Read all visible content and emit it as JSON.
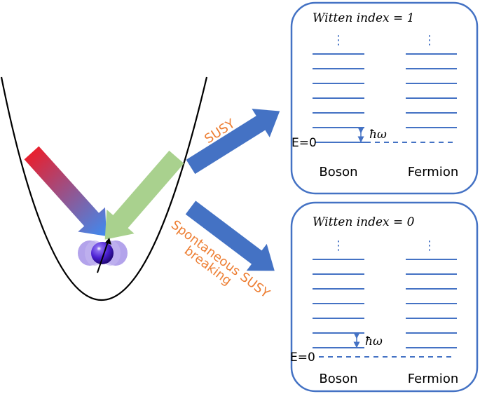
{
  "diagram": {
    "colors": {
      "box_border": "#4472c4",
      "level_line": "#4472c4",
      "arrow_blue": "#4472c4",
      "label_orange": "#ed7d31",
      "green_arrow": "#a9d18e",
      "gradient_start": "#e8202e",
      "gradient_end": "#3d8bf2",
      "particle": "#4a1fd1",
      "particle_halo": "#a08ce6"
    },
    "left": {
      "potential_well": "harmonic-potential",
      "particle": "spin-particle"
    },
    "arrows": {
      "susy_label": "SUSY",
      "breaking_label_line1": "Spontaneous SUSY",
      "breaking_label_line2": "breaking"
    },
    "boxes": [
      {
        "title": "Witten index = 1",
        "title_prefix": "Witten index",
        "title_value": "= 1",
        "energy_label": "E=0",
        "gap_label": "ħω",
        "boson_label": "Boson",
        "fermion_label": "Fermion",
        "ellipsis": "⋮",
        "boson_levels": 7,
        "fermion_levels": 6,
        "zero_mode": "boson"
      },
      {
        "title": "Witten index = 0",
        "title_prefix": "Witten index",
        "title_value": "= 0",
        "energy_label": "E=0",
        "gap_label": "ħω",
        "boson_label": "Boson",
        "fermion_label": "Fermion",
        "ellipsis": "⋮",
        "boson_levels": 7,
        "fermion_levels": 7,
        "zero_mode": "none"
      }
    ]
  }
}
